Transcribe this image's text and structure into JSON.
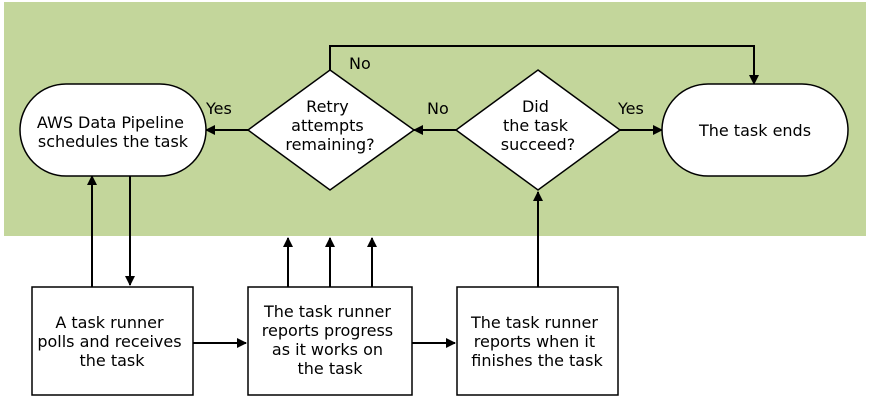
{
  "colors": {
    "band": "#c3d69b",
    "node_fill": "#ffffff",
    "stroke": "#000000",
    "text": "#000000"
  },
  "nodes": {
    "pipeline": {
      "lines": [
        "AWS Data Pipeline",
        "schedules the task"
      ]
    },
    "retry": {
      "lines": [
        "Retry",
        "attempts",
        "remaining?"
      ]
    },
    "succeed": {
      "lines": [
        "Did",
        "the task",
        "succeed?"
      ]
    },
    "task_ends": {
      "lines": [
        "The task ends"
      ]
    },
    "polls": {
      "lines": [
        "A task runner",
        "polls and receives",
        "the task"
      ]
    },
    "progress": {
      "lines": [
        "The task runner",
        "reports progress",
        "as it works on",
        "the task"
      ]
    },
    "finishes": {
      "lines": [
        "The task runner",
        "reports when it",
        "finishes the task"
      ]
    }
  },
  "edge_labels": {
    "retry_yes": "Yes",
    "retry_no": "No",
    "succeed_no": "No",
    "succeed_yes": "Yes"
  }
}
